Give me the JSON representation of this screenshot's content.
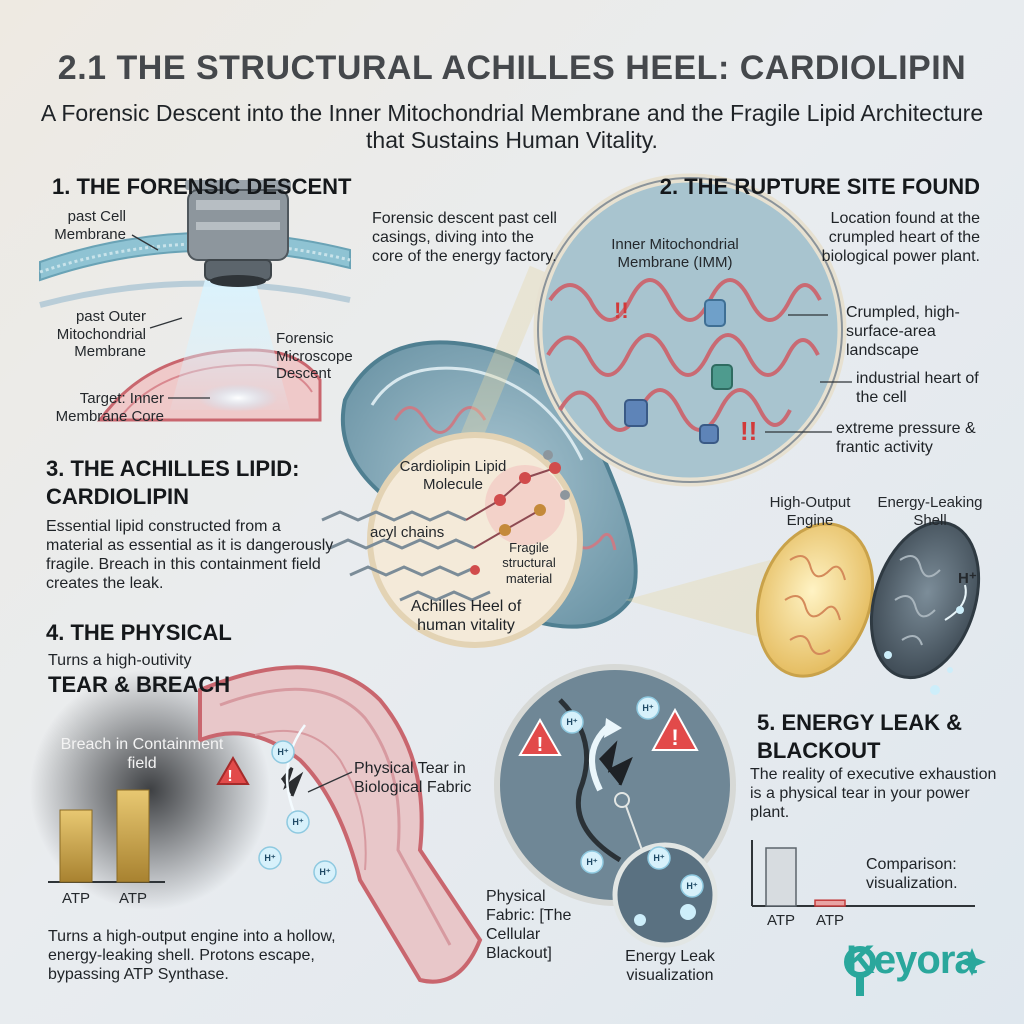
{
  "title": "2.1 THE STRUCTURAL ACHILLES HEEL: CARDIOLIPIN",
  "subtitle": "A Forensic Descent into the Inner Mitochondrial Membrane and the Fragile Lipid Architecture that Sustains Human Vitality.",
  "section1": {
    "heading": "1. THE FORENSIC DESCENT",
    "label_cell": "past Cell Membrane",
    "label_outer": "past Outer Mitochondrial Membrane",
    "label_microscope": "Forensic Microscope Descent",
    "label_target": "Target: Inner Membrane Core",
    "body": "Forensic descent past cell casings, diving into the core of the energy factory."
  },
  "section2": {
    "heading": "2. THE RUPTURE SITE FOUND",
    "label_imm": "Inner Mitochondrial Membrane (IMM)",
    "body": "Location found at the crumpled heart of the biological power plant.",
    "label_crumpled": "Crumpled, high-surface-area landscape",
    "label_industrial": "industrial heart of the cell",
    "label_pressure": "extreme pressure & frantic activity"
  },
  "section3": {
    "heading_line1": "3. THE ACHILLES LIPID:",
    "heading_line2": "CARDIOLIPIN",
    "body": "Essential lipid constructed from a material as essential as it is dangerously fragile. Breach in this containment field creates the leak.",
    "label_molecule": "Cardiolipin Lipid Molecule",
    "label_acyl": "acyl chains",
    "label_fragile": "Fragile structural material",
    "label_heel": "Achilles Heel of human vitality"
  },
  "compare": {
    "label_engine": "High-Output Engine",
    "label_shell": "Energy-Leaking Shell",
    "proton": "H⁺"
  },
  "section4": {
    "heading": "4. THE PHYSICAL",
    "subline": "Turns a high-outivity",
    "heading2": "TEAR & BREACH",
    "label_breach": "Breach in Containment field",
    "label_tear": "Physical Tear in Biological Fabric",
    "bar_label_1": "ATP",
    "bar_label_2": "ATP",
    "body": "Turns a high-output engine into a hollow, energy-leaking shell. Protons escape, bypassing ATP Synthase."
  },
  "section5": {
    "heading_line1": "5. ENERGY LEAK &",
    "heading_line2": "BLACKOUT",
    "body": "The reality of executive exhaustion is a physical tear in your power plant.",
    "label_fabric": "Physical Fabric: [The Cellular Blackout]",
    "label_leak": "Energy Leak visualization",
    "label_compare": "Comparison: visualization.",
    "bar_label_1": "ATP",
    "bar_label_2": "ATP"
  },
  "left_bars": {
    "values": [
      0.72,
      0.92
    ]
  },
  "right_bars": {
    "values": [
      1.0,
      0.1
    ]
  },
  "proton_symbol": "H⁺",
  "logo": "Keyora",
  "colors": {
    "accent_teal": "#2aa79c",
    "membrane_red": "#c9666e",
    "mito_blue": "#7fa9ba",
    "warning_red": "#d23a3a",
    "gold": "#c9a24a"
  }
}
